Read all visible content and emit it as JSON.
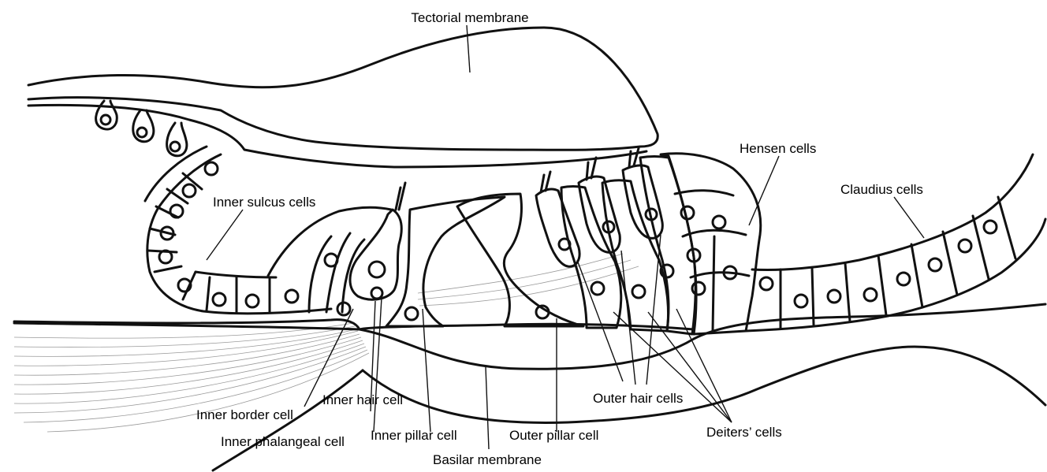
{
  "labels": {
    "tectorial": "Tectorial membrane",
    "inner_sulcus": "Inner sulcus cells",
    "hensen": "Hensen cells",
    "claudius": "Claudius cells",
    "inner_border": "Inner border cell",
    "inner_hair": "Inner hair cell",
    "inner_phalangeal": "Inner phalangeal cell",
    "inner_pillar": "Inner pillar cell",
    "basilar": "Basilar membrane",
    "outer_pillar": "Outer pillar cell",
    "outer_hair": "Outer hair cells",
    "deiters": "Deiters’ cells"
  },
  "colors": {
    "inner_hair_cell": "#ff1a1a",
    "inner_pillar_cell": "#33dd11",
    "outer_pillar_cell": "#178a17",
    "outer_hair_cell_1": "#ff6a00",
    "outer_hair_cell_2": "#ff9c00",
    "outer_hair_cell_3": "#ffc21a",
    "deiters_cell_1": "#0a1ed8",
    "deiters_cell_2": "#1888ff",
    "deiters_cell_3": "#1fe6ff",
    "hensen_cells": "#8e12ee"
  }
}
